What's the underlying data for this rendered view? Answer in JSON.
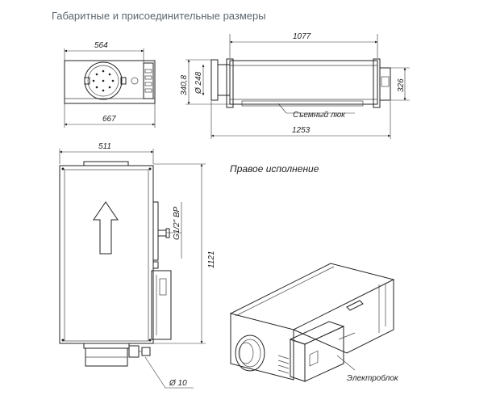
{
  "title": "Габаритные и присоединительные размеры",
  "front_view": {
    "width_top": "564",
    "width_bottom": "667"
  },
  "side_view": {
    "length_top": "1077",
    "length_bottom": "1253",
    "diameter": "Ø 248",
    "height_left": "340,8",
    "height_right": "326",
    "hatch_label": "Съемный люк"
  },
  "top_view": {
    "width": "511",
    "length": "1121",
    "thread": "G1/2\" ВР",
    "hole": "Ø 10"
  },
  "variant_label": "Правое исполнение",
  "iso_view": {
    "box_label": "Электроблок"
  }
}
